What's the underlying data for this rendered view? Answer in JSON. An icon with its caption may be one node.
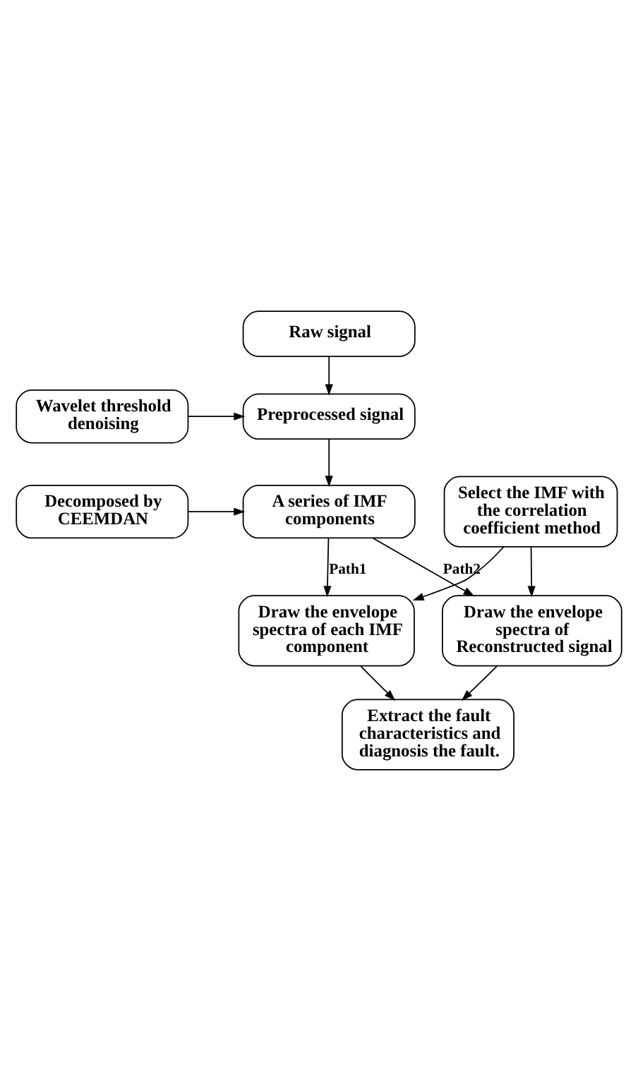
{
  "diagram": {
    "nodes": [
      {
        "text": [
          "Raw signal"
        ]
      },
      {
        "text": [
          "Wavelet threshold denoising"
        ]
      },
      {
        "text": [
          "Preprocessed signal"
        ]
      },
      {
        "text": [
          "Decomposed by CEEMDAN"
        ]
      },
      {
        "text": [
          "A series of IMF components"
        ]
      },
      {
        "text": [
          "Select the IMF with the correlation coefficient method"
        ]
      },
      {
        "text": [
          "Draw the envelope spectra of each IMF component"
        ]
      },
      {
        "text": [
          "Draw the envelope spectra of Reconstructed signal"
        ]
      },
      {
        "text": [
          "Extract the fault characteristics and diagnosis the fault."
        ]
      }
    ],
    "edges": [
      {
        "from": 0,
        "to": 2,
        "arrow": "to"
      },
      {
        "from": 1,
        "to": 2,
        "arrow": "to"
      },
      {
        "from": 2,
        "to": 4,
        "arrow": "to"
      },
      {
        "from": 3,
        "to": 4,
        "arrow": "to"
      },
      {
        "from": 4,
        "to": 6,
        "arrow": "to",
        "label": "Path1"
      },
      {
        "from": 4,
        "to": 7,
        "arrow": "to",
        "label": "Path2"
      },
      {
        "from": 5,
        "to": 6,
        "arrow": "to"
      },
      {
        "from": 5,
        "to": 7,
        "arrow": "to"
      },
      {
        "from": 6,
        "to": 8,
        "arrow": "to"
      },
      {
        "from": 7,
        "to": 8,
        "arrow": "to"
      }
    ]
  }
}
